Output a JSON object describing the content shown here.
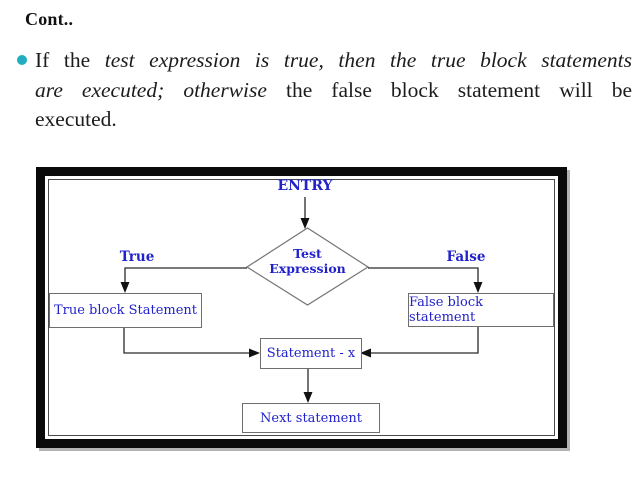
{
  "slide": {
    "title": "Cont..",
    "bullet_color": "#20aebe",
    "paragraph_lines": [
      {
        "justify": true,
        "segments": [
          {
            "text": "If the ",
            "italic": false
          },
          {
            "text": "test expression is true, then the true block statements",
            "italic": true
          }
        ]
      },
      {
        "justify": true,
        "segments": [
          {
            "text": "are executed; otherwise",
            "italic": true
          },
          {
            "text": " the false block statement will be",
            "italic": false
          }
        ]
      },
      {
        "justify": false,
        "segments": [
          {
            "text": "executed.",
            "italic": false
          }
        ]
      }
    ]
  },
  "flowchart": {
    "accent_color": "#2222cc",
    "entry_label": "ENTRY",
    "condition_label": "Test Expression",
    "true_label": "True",
    "false_label": "False",
    "true_block_label": "True block Statement",
    "false_block_label": "False block statement",
    "statement_x_label": "Statement - x",
    "next_statement_label": "Next statement"
  }
}
